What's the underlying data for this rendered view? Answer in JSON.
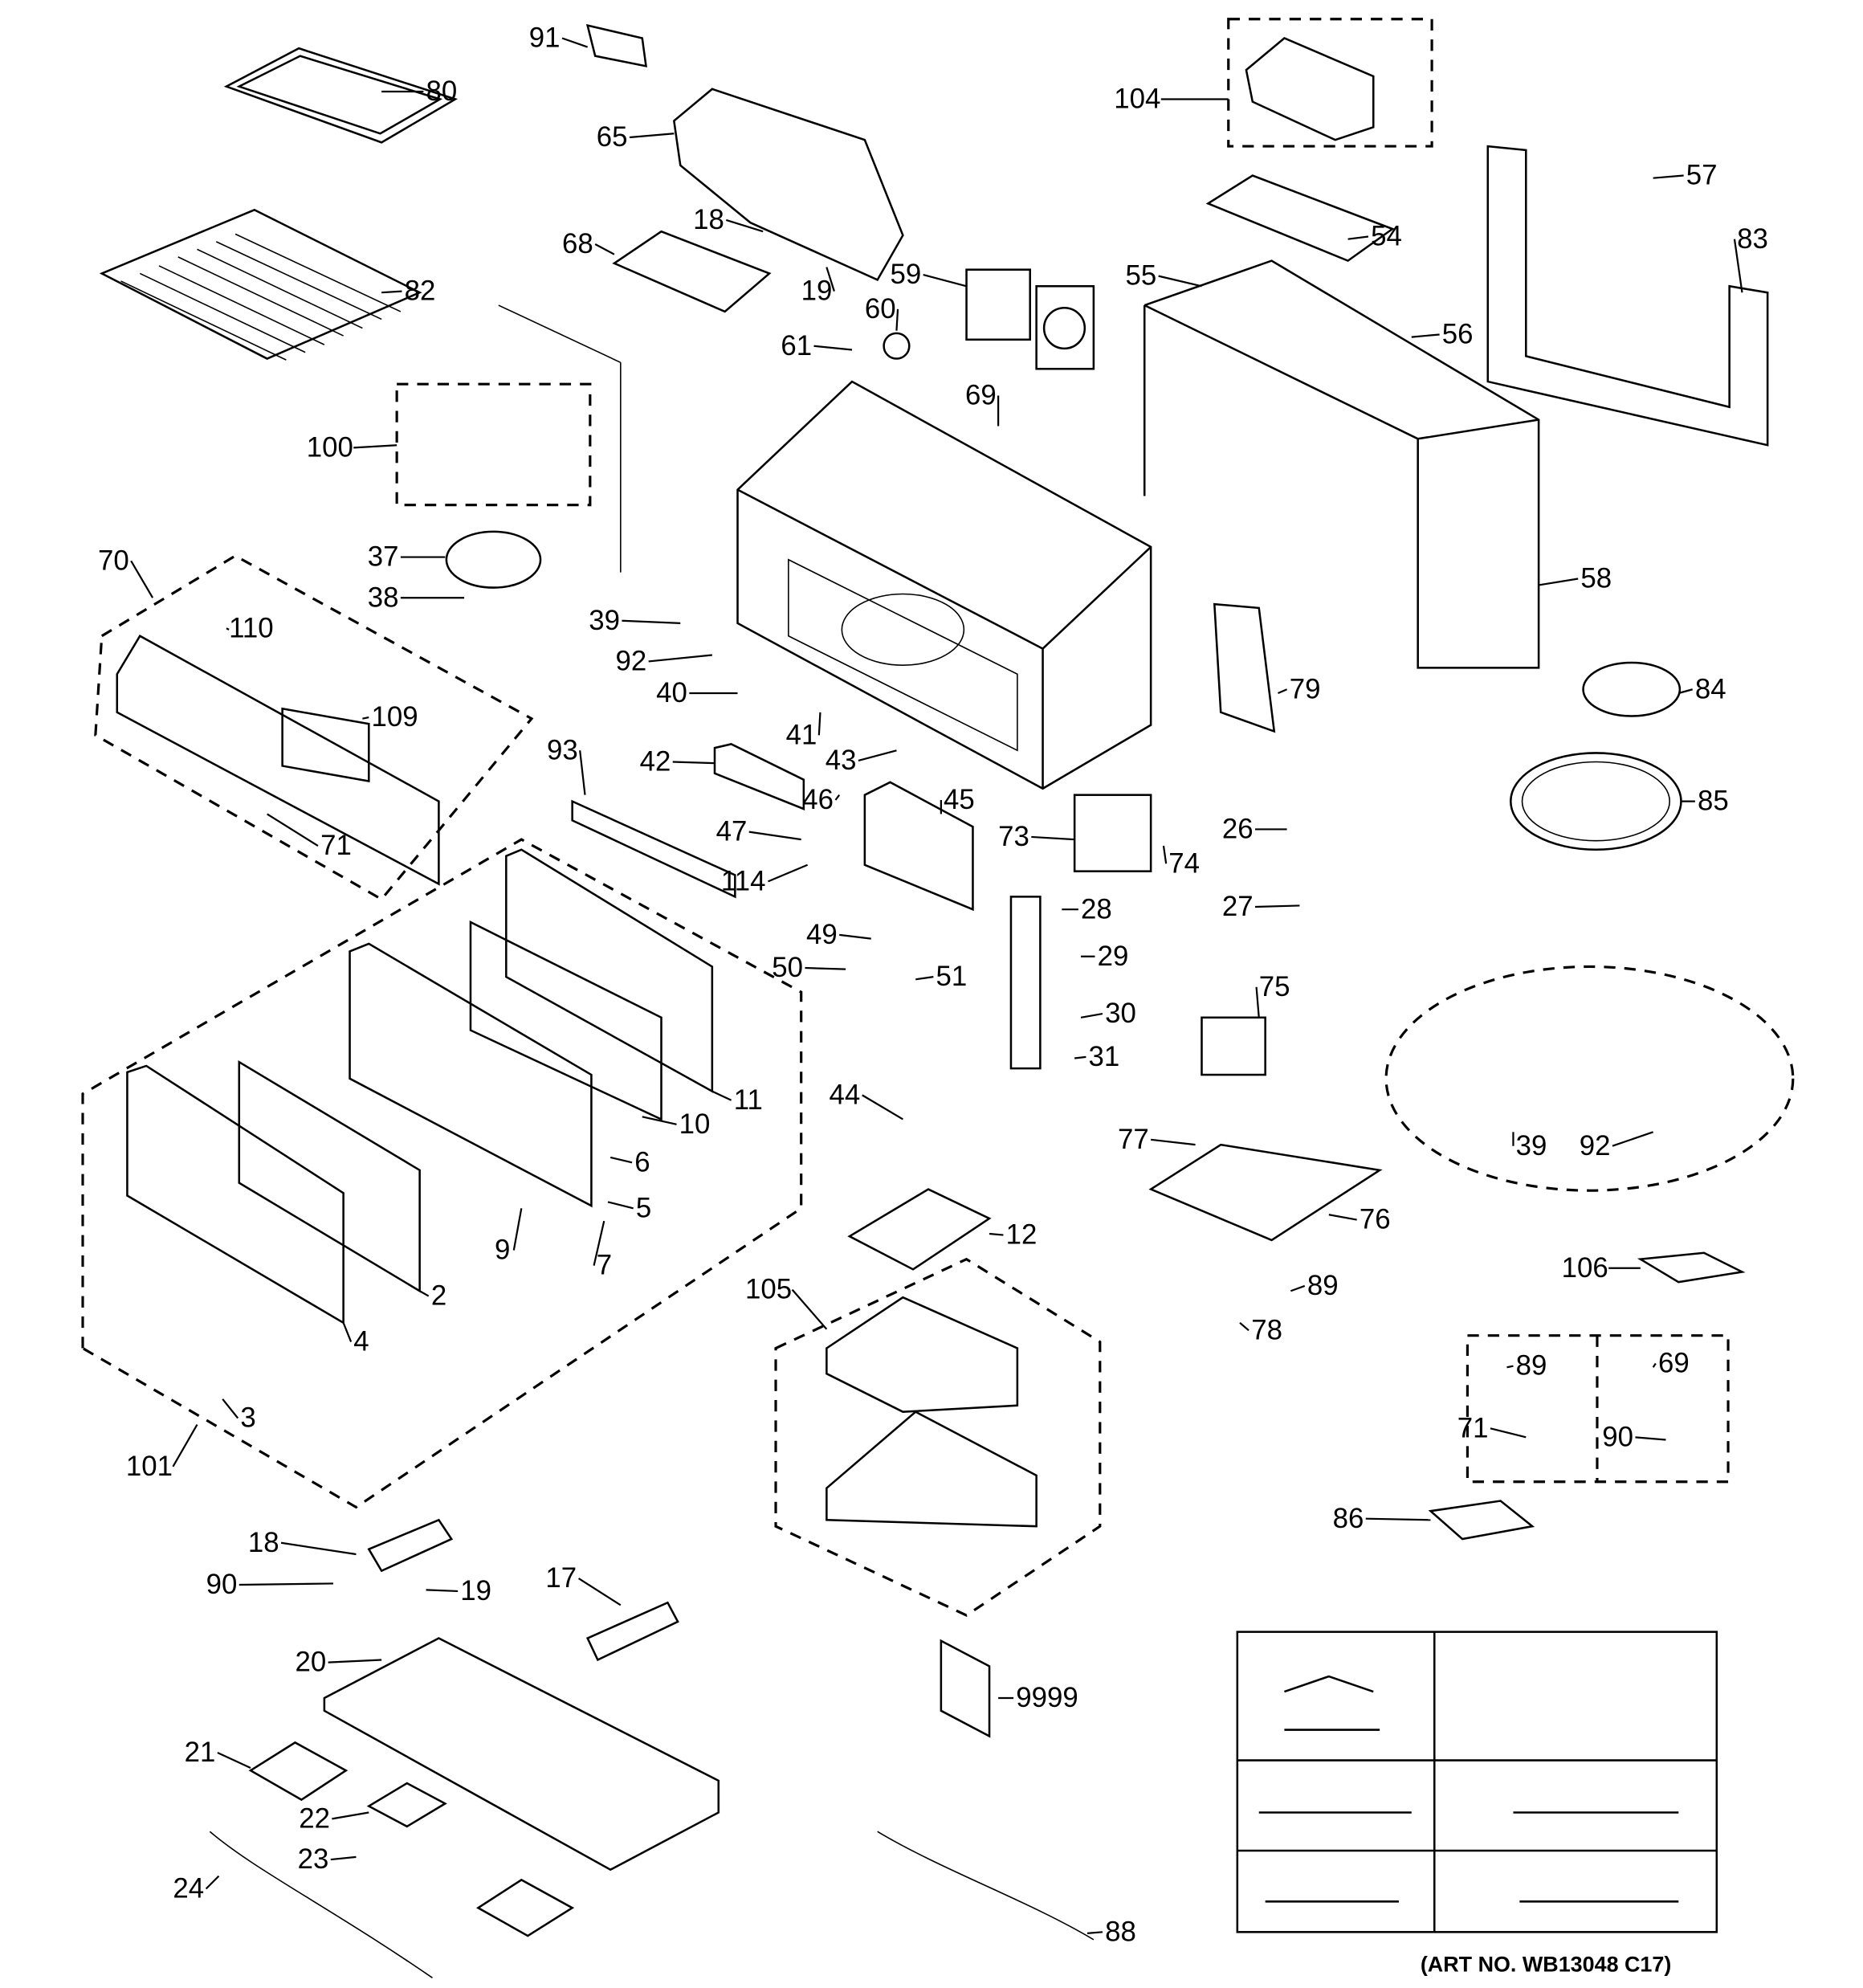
{
  "diagram": {
    "labels": [
      "91",
      "65",
      "80",
      "82",
      "18",
      "19",
      "68",
      "59",
      "60",
      "61",
      "104",
      "54",
      "55",
      "56",
      "57",
      "83",
      "58",
      "69",
      "100",
      "37",
      "38",
      "70",
      "110",
      "109",
      "71",
      "39",
      "92",
      "40",
      "41",
      "43",
      "42",
      "93",
      "46",
      "45",
      "47",
      "114",
      "73",
      "74",
      "79",
      "84",
      "85",
      "26",
      "27",
      "28",
      "29",
      "30",
      "31",
      "49",
      "50",
      "51",
      "75",
      "77",
      "76",
      "89",
      "78",
      "39",
      "92",
      "44",
      "12",
      "11",
      "10",
      "6",
      "5",
      "7",
      "9",
      "2",
      "4",
      "3",
      "101",
      "105",
      "106",
      "89",
      "69",
      "71",
      "90",
      "86",
      "18",
      "90",
      "19",
      "17",
      "20",
      "9999",
      "21",
      "22",
      "23",
      "24",
      "88"
    ],
    "caption": "(ART NO. WB13048 C17)"
  }
}
